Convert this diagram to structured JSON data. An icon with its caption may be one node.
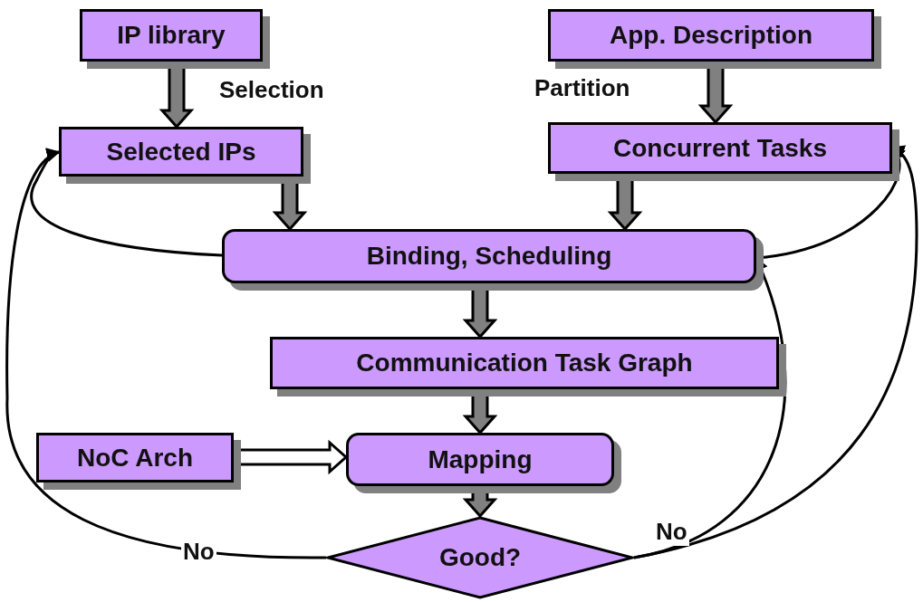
{
  "diagram": {
    "nodes": [
      {
        "text": [
          "IP library"
        ]
      },
      {
        "text": [
          "App. Description"
        ]
      },
      {
        "text": [
          "Selected IPs"
        ]
      },
      {
        "text": [
          "Concurrent Tasks"
        ]
      },
      {
        "text": [
          "Binding, Scheduling"
        ]
      },
      {
        "text": [
          "Communication Task Graph"
        ]
      },
      {
        "text": [
          "NoC Arch"
        ]
      },
      {
        "text": [
          "Mapping"
        ]
      },
      {
        "text": [
          "Good?"
        ]
      }
    ],
    "edges": [
      {
        "from": 0,
        "to": 2,
        "arrow": "to",
        "style": "thick",
        "label": "Selection"
      },
      {
        "from": 1,
        "to": 3,
        "arrow": "to",
        "style": "thick",
        "label": "Partition"
      },
      {
        "from": 2,
        "to": 4,
        "arrow": "to",
        "style": "thick"
      },
      {
        "from": 3,
        "to": 4,
        "arrow": "to",
        "style": "thick"
      },
      {
        "from": 4,
        "to": 5,
        "arrow": "to",
        "style": "thick"
      },
      {
        "from": 5,
        "to": 7,
        "arrow": "to",
        "style": "thick"
      },
      {
        "from": 6,
        "to": 7,
        "arrow": "to",
        "style": "thick",
        "color": "#ffffff"
      },
      {
        "from": 7,
        "to": 8,
        "arrow": "to",
        "style": "thick"
      },
      {
        "from": 4,
        "to": 2,
        "arrow": "to"
      },
      {
        "from": 8,
        "to": 2,
        "arrow": "to",
        "label": "No"
      },
      {
        "from": 4,
        "to": 3,
        "arrow": "to"
      },
      {
        "from": 8,
        "to": 4,
        "arrow": "to",
        "label": "No"
      },
      {
        "from": 8,
        "to": 3,
        "arrow": "to"
      }
    ]
  }
}
